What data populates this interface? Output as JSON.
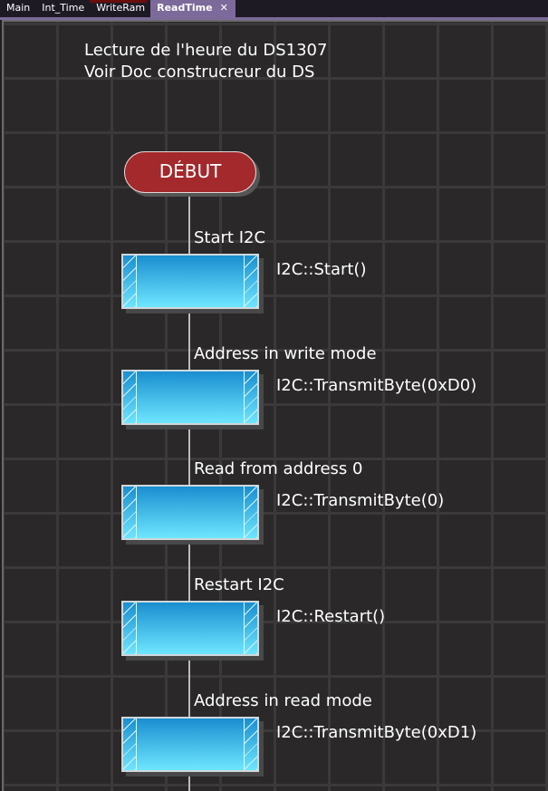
{
  "tabs": [
    {
      "label": "Main"
    },
    {
      "label": "Int_Time"
    },
    {
      "label": "WriteRam"
    },
    {
      "label": "ReadTime",
      "active": true
    }
  ],
  "close_glyph": "✕",
  "comment": [
    "Lecture de l'heure du DS1307",
    "Voir Doc construcreur du DS"
  ],
  "start_label": "DÉBUT",
  "steps": [
    {
      "label": "Start I2C",
      "code": "I2C::Start()"
    },
    {
      "label": "Address in write mode",
      "code": "I2C::TransmitByte(0xD0)"
    },
    {
      "label": "Read from address 0",
      "code": "I2C::TransmitByte(0)"
    },
    {
      "label": "Restart I2C",
      "code": "I2C::Restart()"
    },
    {
      "label": "Address in read mode",
      "code": "I2C::TransmitByte(0xD1)"
    }
  ],
  "colors": {
    "start": "#a3292c",
    "tab_active": "#7b6a9a",
    "block_top": "#1a8ed0",
    "block_bottom": "#6ee6ff"
  }
}
